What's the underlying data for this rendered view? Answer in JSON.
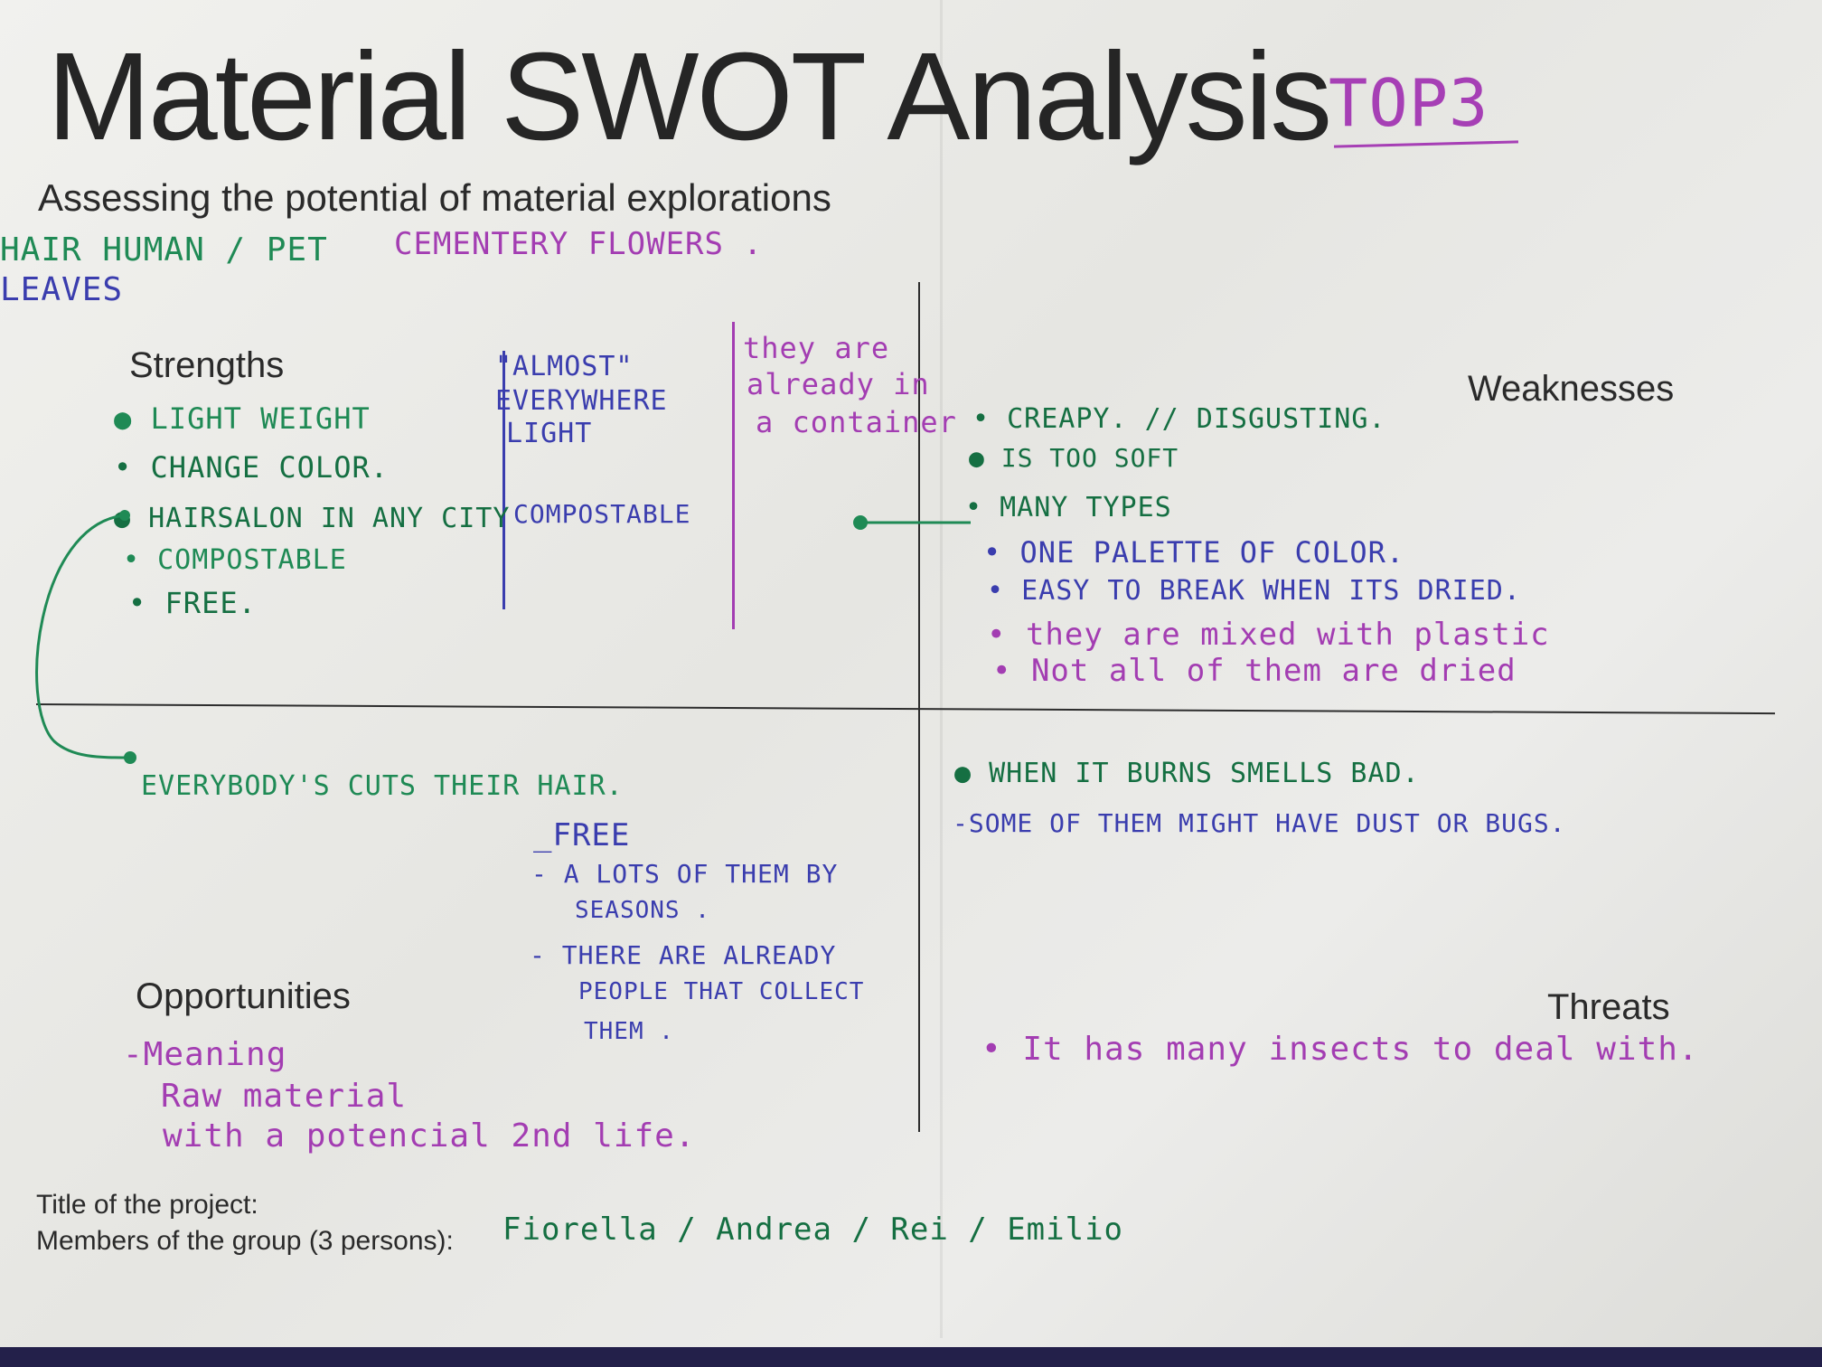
{
  "title": "Material SWOT Analysis",
  "subtitle": "Assessing the potential of material explorations",
  "top_note": "TOP3",
  "materials": {
    "hair": "HAIR HUMAN / PET",
    "leaves": "LEAVES",
    "flowers": "CEMENTERY FLOWERS ."
  },
  "strengths": {
    "label": "Strengths",
    "hair_items": [
      "LIGHT WEIGHT",
      "CHANGE COLOR.",
      "HAIRSALON IN ANY CITY",
      "COMPOSTABLE",
      "FREE."
    ],
    "leaves_items": [
      "\"ALMOST\"",
      "EVERYWHERE",
      "LIGHT",
      "COMPOSTABLE"
    ],
    "flowers_items": [
      "they are",
      "already in",
      "a container"
    ]
  },
  "weaknesses": {
    "label": "Weaknesses",
    "items": [
      "CREAPY. // DISGUSTING.",
      "IS TOO SOFT",
      "MANY TYPES",
      "ONE PALETTE OF COLOR.",
      "EASY TO BREAK WHEN ITS DRIED.",
      "they are mixed with plastic",
      "Not all of them are dried"
    ]
  },
  "opportunities": {
    "label": "Opportunities",
    "hair_item": "EVERYBODY'S CUTS THEIR HAIR.",
    "leaves_items": [
      "FREE",
      "A LOTS OF THEM BY",
      "SEASONS .",
      "THERE ARE ALREADY",
      "PEOPLE THAT COLLECT",
      "THEM ."
    ],
    "flowers_items": [
      "-Meaning",
      "Raw material",
      "with a potencial 2nd life."
    ]
  },
  "threats": {
    "label": "Threats",
    "items": [
      "WHEN IT BURNS SMELLS BAD.",
      "-SOME OF THEM MIGHT HAVE DUST OR BUGS.",
      "It has many insects to deal with."
    ]
  },
  "footer": {
    "project_label": "Title of the project:",
    "members_label": "Members of the group (3 persons):",
    "members_value": "Fiorella / Andrea / Rei / Emilio"
  },
  "colors": {
    "green_ink": "#1f8a55",
    "blue_ink": "#3a3dae",
    "purple_ink": "#a33db2",
    "print": "#252525"
  }
}
